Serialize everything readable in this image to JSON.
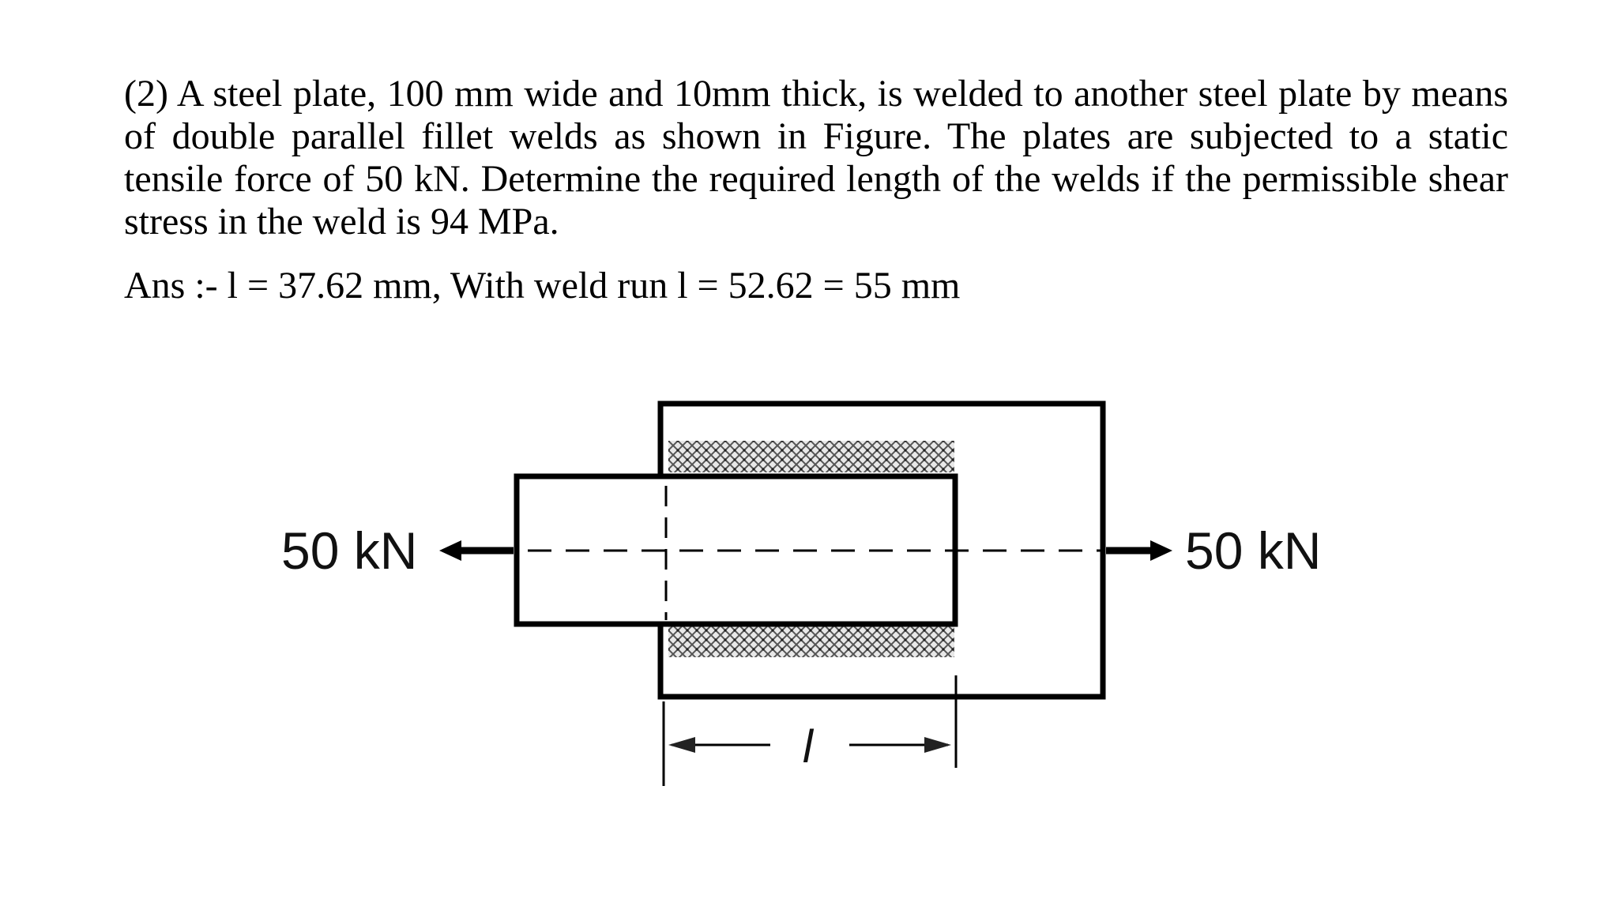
{
  "problem": {
    "statement": "(2) A steel plate, 100 mm wide and 10mm thick, is welded to another steel plate by means of double parallel fillet welds as shown in Figure. The plates are subjected to a static tensile force of 50 kN. Determine the required length of the welds if the permissible shear stress in the weld is 94 MPa.",
    "answer": "Ans :- l = 37.62 mm, With weld run l = 52.62 = 55 mm"
  },
  "figure": {
    "force_left": "50 kN",
    "force_right": "50 kN",
    "dimension_label": "l"
  }
}
